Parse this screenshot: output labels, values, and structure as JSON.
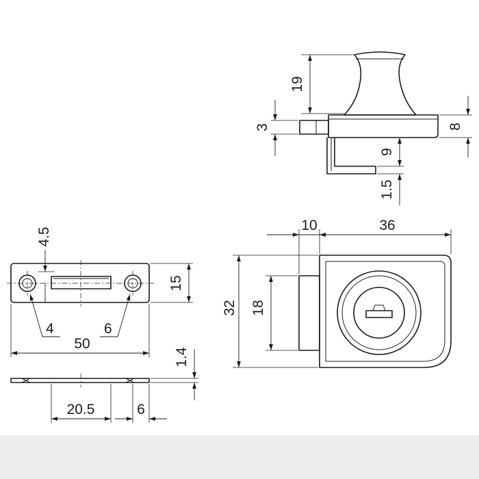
{
  "dimensions": {
    "plate_hole_offset": "4.5",
    "plate_height": "15",
    "hole_small": "4",
    "hole_large": "6",
    "plate_length": "50",
    "plate_thickness": "1.4",
    "slot_length": "20.5",
    "end_offset": "6",
    "knob_height": "19",
    "base_height": "8",
    "pin_height": "3",
    "hook_gap": "9",
    "hook_thickness": "1.5",
    "body_offset": "10",
    "body_width": "36",
    "body_height": "32",
    "tongue_height": "18"
  },
  "colors": {
    "line": "#1a1a1a",
    "background": "#ffffff"
  }
}
